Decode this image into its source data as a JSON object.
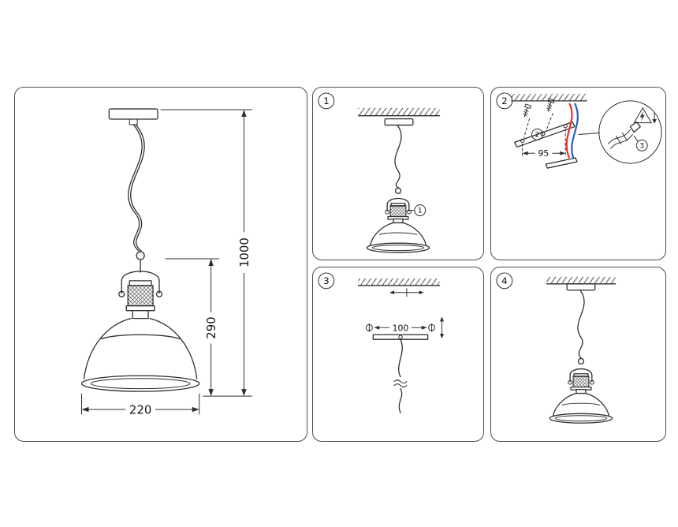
{
  "document": {
    "type": "installation-instruction-diagram",
    "product": "pendant-lamp"
  },
  "colors": {
    "line": "#2e2e2e",
    "panel_border": "#4d4d4d",
    "background": "#ffffff",
    "wire_red": "#e23128",
    "wire_blue": "#2a5bc7"
  },
  "main_view": {
    "dimensions": {
      "shade_diameter": "220",
      "lamp_height": "290",
      "overall_height": "1000"
    }
  },
  "steps": [
    {
      "badge": "1",
      "callout": "1"
    },
    {
      "badge": "2",
      "mounting_distance": "95",
      "callout_plate": "2",
      "callout_wiring": "3"
    },
    {
      "badge": "3",
      "bracket_distance": "100"
    },
    {
      "badge": "4"
    }
  ]
}
